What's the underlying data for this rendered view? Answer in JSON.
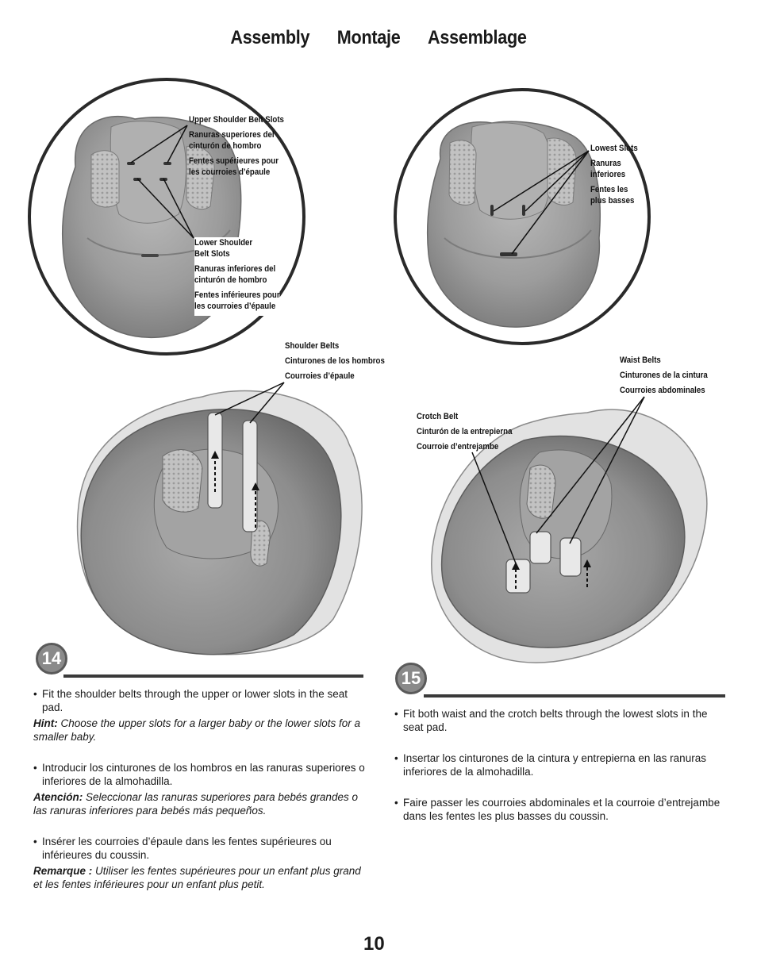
{
  "title": {
    "en": "Assembly",
    "es": "Montaje",
    "fr": "Assemblage"
  },
  "fig14": {
    "upper_slots": [
      "Upper Shoulder Belt Slots",
      "Ranuras superiores del",
      "cinturón de hombro",
      "Fentes supérieures pour",
      "les courroies d’épaule"
    ],
    "lower_slots": [
      "Lower Shoulder",
      "Belt Slots",
      "Ranuras inferiores del",
      "cinturón de hombro",
      "Fentes inférieures pour",
      "les courroies d’épaule"
    ],
    "shoulder_belts": [
      "Shoulder Belts",
      "Cinturones de los hombros",
      "Courroies d’épaule"
    ]
  },
  "fig15": {
    "lowest_slots": [
      "Lowest Slots",
      "Ranuras",
      "inferiores",
      "Fentes les",
      "plus basses"
    ],
    "waist_belts": [
      "Waist Belts",
      "Cinturones de la cintura",
      "Courroies abdominales"
    ],
    "crotch_belt": [
      "Crotch Belt",
      "Cinturón de la entrepierna",
      "Courroie d’entrejambe"
    ]
  },
  "step14": {
    "number": "14",
    "en_text": "Fit the shoulder belts through the upper or lower slots in the seat pad.",
    "en_hint_label": "Hint:",
    "en_hint": "Choose the upper slots for a larger baby or the lower slots for a smaller baby.",
    "es_text": "Introducir los cinturones de los hombros en las ranuras superiores o inferiores de la almohadilla.",
    "es_hint_label": "Atención:",
    "es_hint": "Seleccionar las ranuras superiores para bebés grandes o las ranuras inferiores para bebés más pequeños.",
    "fr_text": "Insérer les courroies d’épaule dans les fentes supérieures ou inférieures du coussin.",
    "fr_hint_label": "Remarque :",
    "fr_hint": "Utiliser les fentes supérieures pour un enfant plus grand et les fentes inférieures pour un enfant plus petit."
  },
  "step15": {
    "number": "15",
    "en_text": "Fit both waist and the crotch belts through the lowest slots in the seat pad.",
    "es_text": "Insertar los cinturones de la cintura y entrepierna en las ranuras inferiores de la almohadilla.",
    "fr_text": "Faire passer les courroies abdominales et la courroie d’entrejambe dans les fentes les plus basses du coussin."
  },
  "page_number": "10"
}
